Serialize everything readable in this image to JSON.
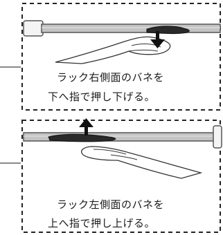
{
  "instructions": [
    {
      "line1": "ラック右側面のバネを",
      "line2": "下へ指で押し下げる。"
    },
    {
      "line1": "ラック左側面のバネを",
      "line2": "上へ指で押し上げる。"
    }
  ],
  "colors": {
    "dash_border": "#222222",
    "rod_fill": "#bfbfbf",
    "leader_line": "#888888",
    "ink": "#111111"
  }
}
